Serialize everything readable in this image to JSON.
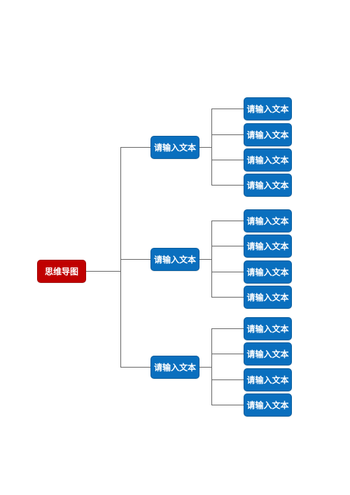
{
  "diagram": {
    "colors": {
      "root": "#c00000",
      "node": "#0a6fbe",
      "connector": "#666666",
      "text": "#ffffff"
    },
    "root": {
      "label": "思维导图"
    },
    "branches": [
      {
        "label": "请输入文本",
        "children": [
          {
            "label": "请输入文本"
          },
          {
            "label": "请输入文本"
          },
          {
            "label": "请输入文本"
          },
          {
            "label": "请输入文本"
          }
        ]
      },
      {
        "label": "请输入文本",
        "children": [
          {
            "label": "请输入文本"
          },
          {
            "label": "请输入文本"
          },
          {
            "label": "请输入文本"
          },
          {
            "label": "请输入文本"
          }
        ]
      },
      {
        "label": "请输入文本",
        "children": [
          {
            "label": "请输入文本"
          },
          {
            "label": "请输入文本"
          },
          {
            "label": "请输入文本"
          },
          {
            "label": "请输入文本"
          }
        ]
      }
    ]
  }
}
